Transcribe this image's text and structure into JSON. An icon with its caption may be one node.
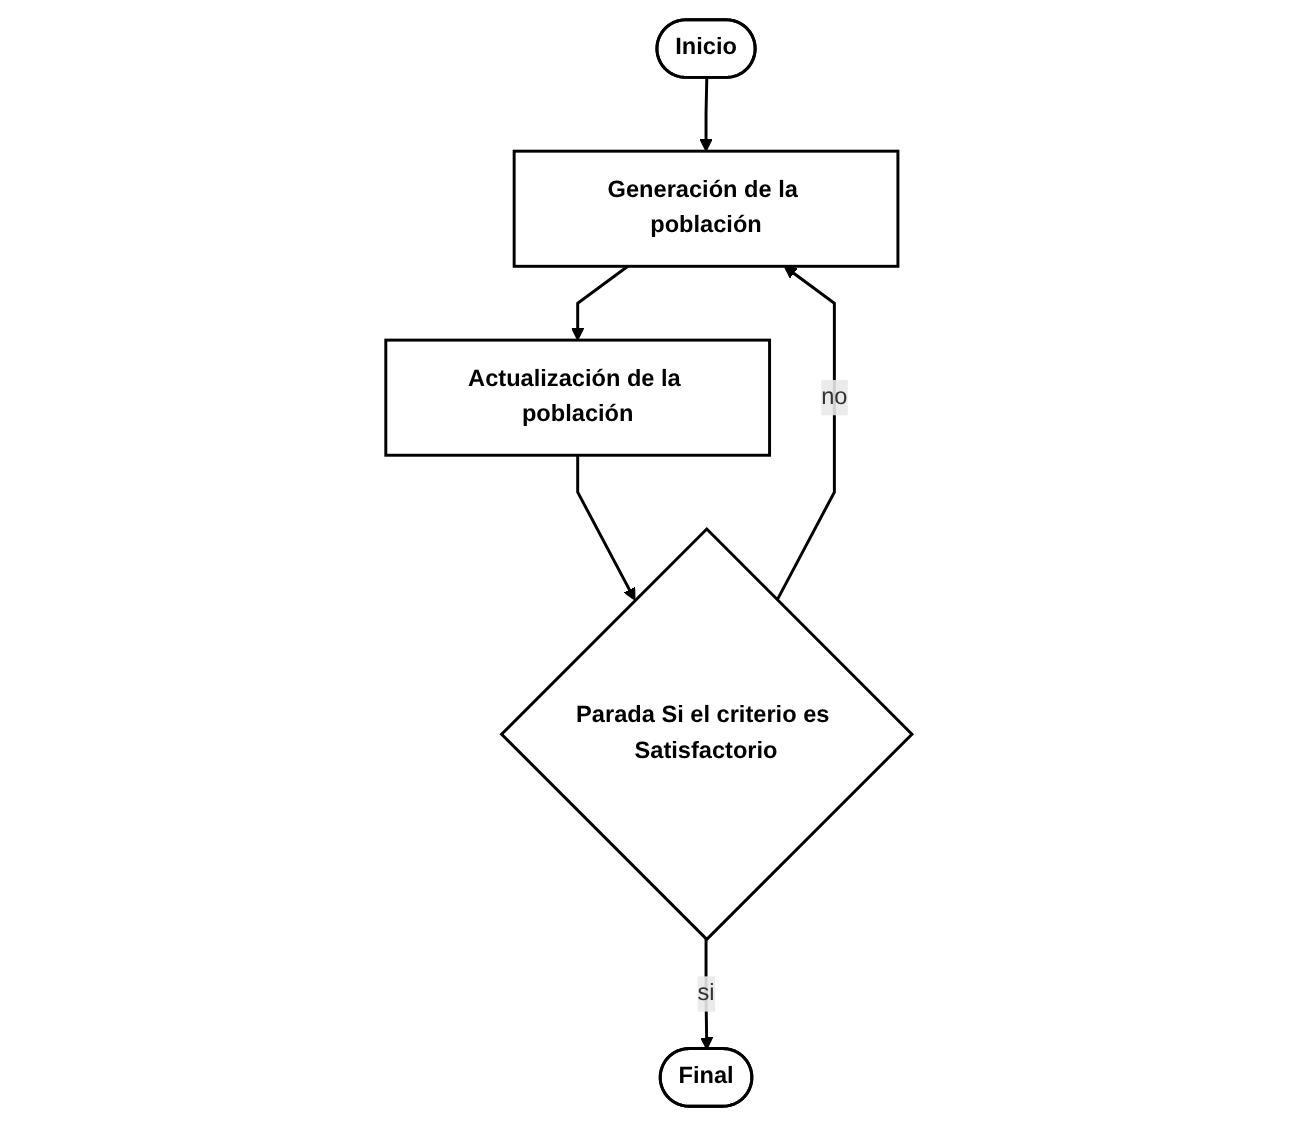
{
  "diagram": {
    "nodes": [
      {
        "text": [
          "Inicio"
        ]
      },
      {
        "text": [
          "Generación de la población"
        ]
      },
      {
        "text": [
          "Actualización de la población"
        ]
      },
      {
        "text": [
          "Parada Si el criterio es Satisfactorio"
        ]
      },
      {
        "text": [
          "Final"
        ]
      }
    ],
    "edges": [
      {
        "from": 0,
        "to": 1,
        "arrow": "to"
      },
      {
        "from": 1,
        "to": 2,
        "arrow": "to"
      },
      {
        "from": 2,
        "to": 3,
        "arrow": "to"
      },
      {
        "from": 3,
        "to": 1,
        "arrow": "to",
        "label": "no"
      },
      {
        "from": 3,
        "to": 4,
        "arrow": "to",
        "label": "si"
      }
    ]
  }
}
